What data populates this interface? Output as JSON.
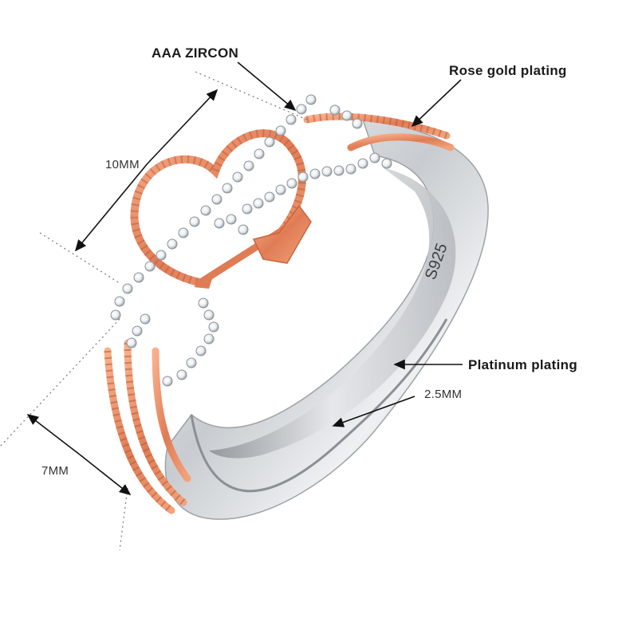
{
  "annotations": {
    "zircon": "AAA ZIRCON",
    "rose_gold": "Rose gold plating",
    "platinum": "Platinum plating",
    "band_width": "2.5MM",
    "head_height": "10MM",
    "band_height": "7MM"
  },
  "engraving": "S925",
  "colors": {
    "silver": "#d9dcdf",
    "rose_gold": "#e8926b",
    "crystal": "#f4f6f8",
    "line": "#111111"
  }
}
